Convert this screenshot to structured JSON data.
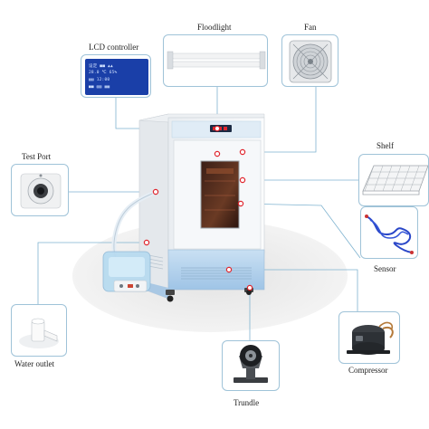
{
  "labels": {
    "floodlight": "Floodlight",
    "fan": "Fan",
    "lcd_controller": "LCD controller",
    "test_port": "Test Port",
    "shelf": "Shelf",
    "sensor": "Sensor",
    "water_outlet": "Water outlet",
    "compressor": "Compressor",
    "trundle": "Trundle"
  },
  "colors": {
    "callout_line": "#7fb3d0",
    "marker": "#e0262e",
    "cabinet_body": "#f4f6f8",
    "cabinet_base": "#b9d6ee",
    "lcd_screen": "#1a3fa8",
    "sensor_cable": "#2a47c8"
  },
  "icons": {
    "lcd_controller": "lcd-screen-icon",
    "floodlight": "tube-light-icon",
    "fan": "fan-grille-icon",
    "shelf": "wire-rack-icon",
    "sensor": "coiled-cable-icon",
    "compressor": "compressor-icon",
    "trundle": "caster-wheel-icon",
    "water_outlet": "water-nozzle-icon",
    "test_port": "test-port-icon"
  }
}
